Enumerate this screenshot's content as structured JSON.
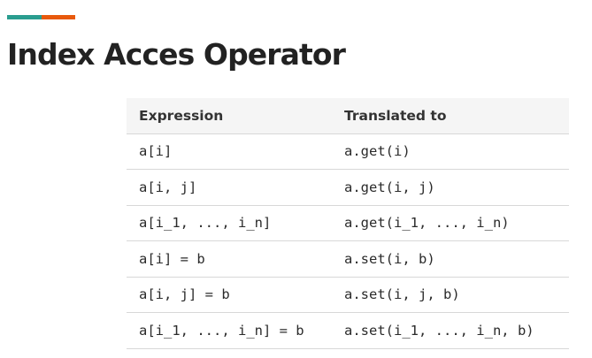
{
  "slide": {
    "title": "Index Acces Operator",
    "accent_colors": [
      "#2a9d8f",
      "#e8590c"
    ]
  },
  "table": {
    "headers": [
      "Expression",
      "Translated to"
    ],
    "rows": [
      [
        "a[i]",
        "a.get(i)"
      ],
      [
        "a[i, j]",
        "a.get(i, j)"
      ],
      [
        "a[i_1, ..., i_n]",
        "a.get(i_1, ..., i_n)"
      ],
      [
        "a[i] = b",
        "a.set(i, b)"
      ],
      [
        "a[i, j] = b",
        "a.set(i, j, b)"
      ],
      [
        "a[i_1, ..., i_n] = b",
        "a.set(i_1, ..., i_n, b)"
      ]
    ]
  }
}
